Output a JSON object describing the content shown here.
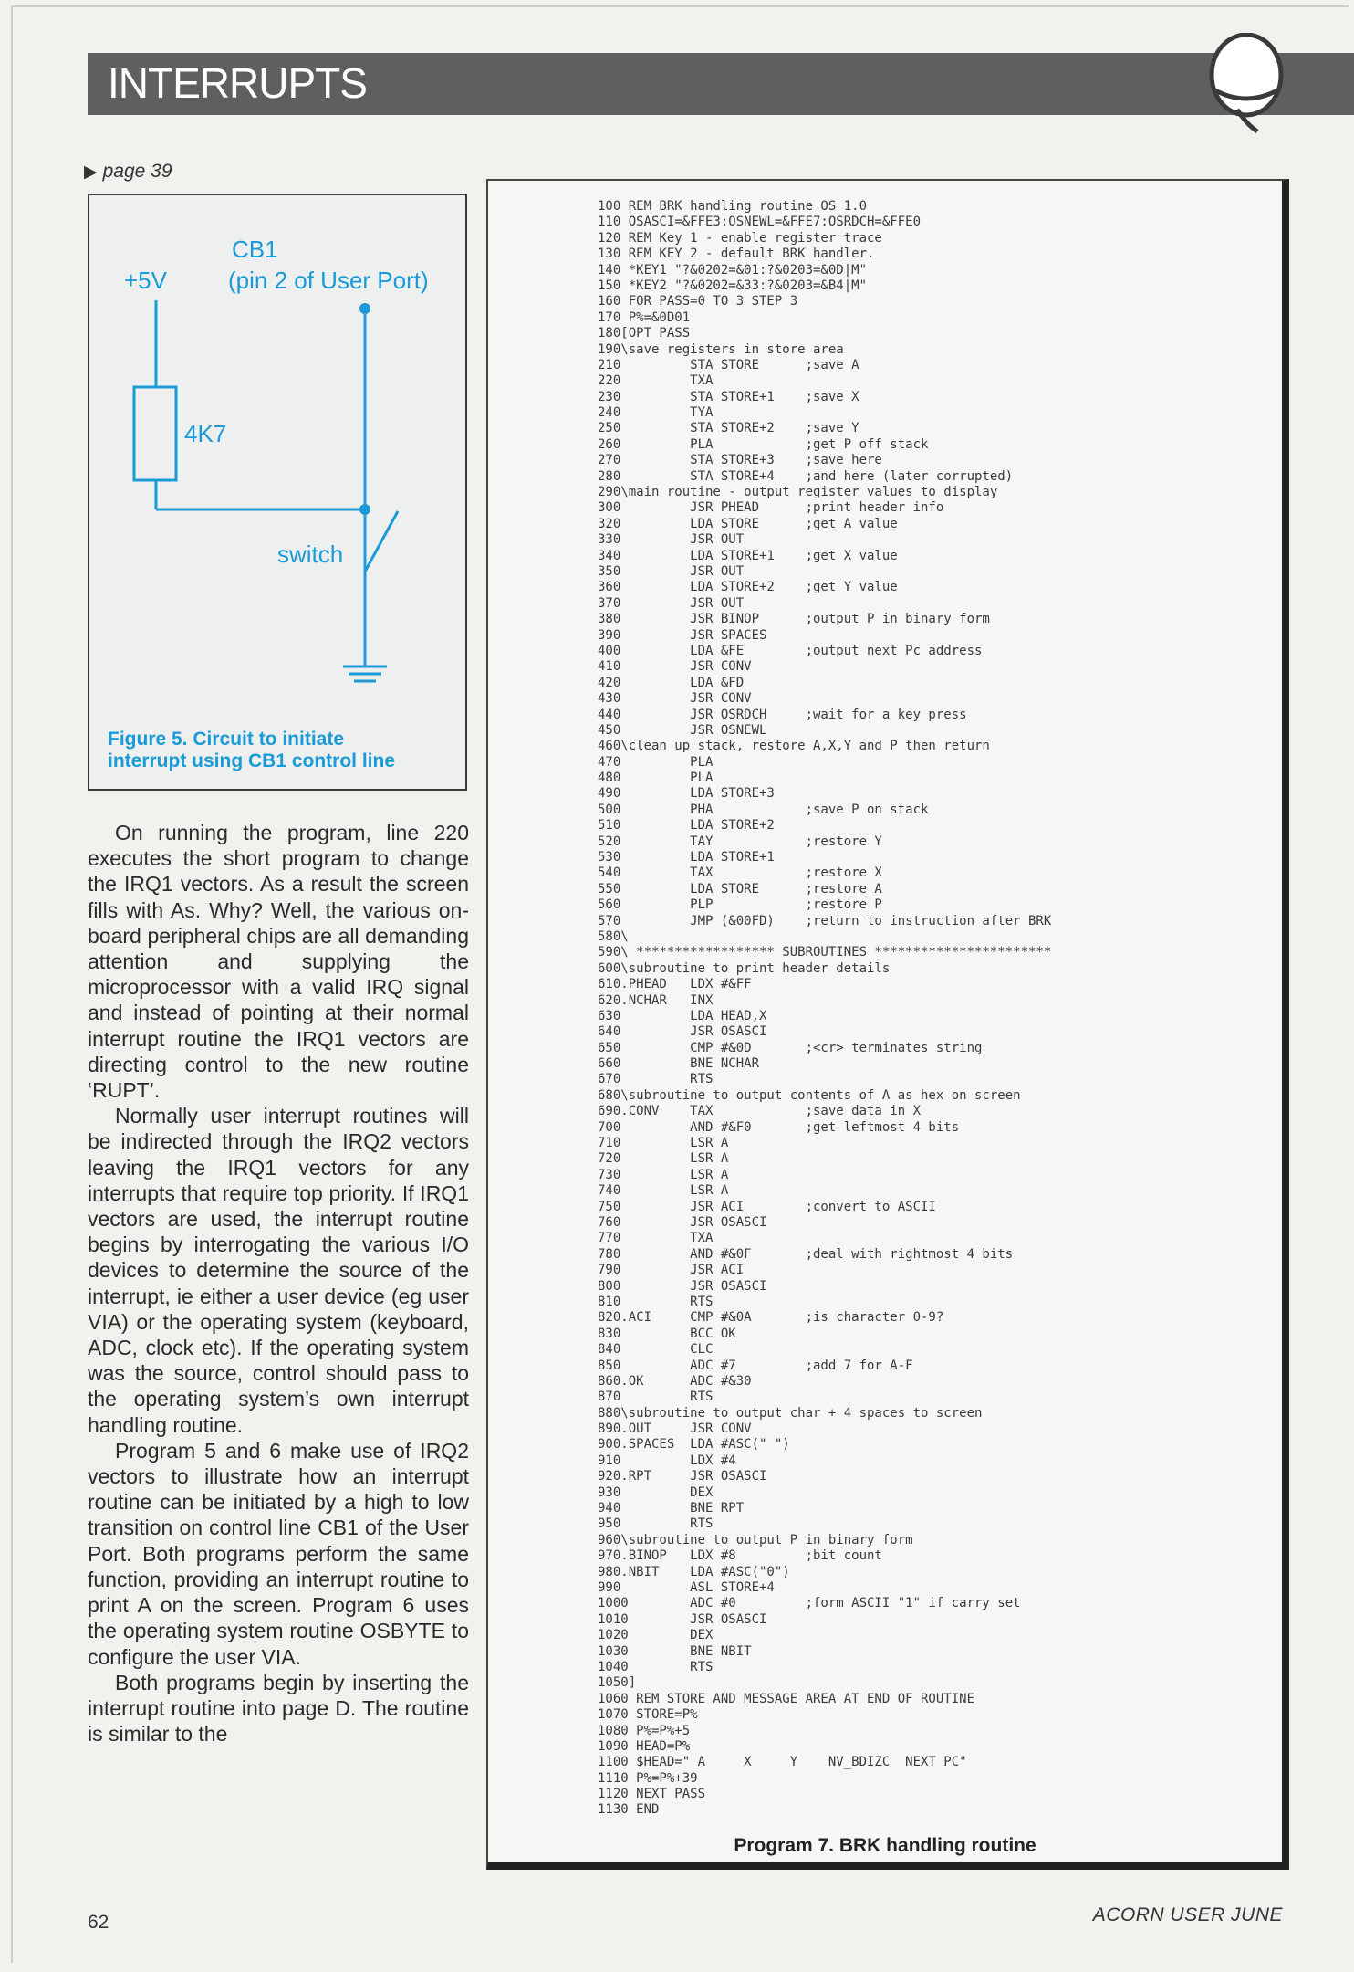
{
  "header": {
    "title": "INTERRUPTS"
  },
  "continued": {
    "label": "page 39"
  },
  "figure": {
    "labels": {
      "supply": "+5V",
      "cb1": "CB1",
      "pin": "(pin 2 of User Port)",
      "resistor": "4K7",
      "switch": "switch"
    },
    "caption_line1": "Figure 5. Circuit to initiate",
    "caption_line2": "interrupt using CB1 control line",
    "color": "#1a9ad6"
  },
  "body": {
    "paragraphs": [
      "On running the program, line 220 executes the short program to change the IRQ1 vectors. As a result the screen fills with As. Why? Well, the various on-board peripheral chips are all demanding attention and supplying the microprocessor with a valid IRQ signal and instead of pointing at their normal interrupt routine the IRQ1 vectors are directing control to the new routine ‘RUPT’.",
      "Normally user interrupt routines will be indirected through the IRQ2 vectors leaving the IRQ1 vectors for any interrupts that require top priority. If IRQ1 vectors are used, the interrupt routine begins by interrogating the various I/O devices to determine the source of the interrupt, ie either a user device (eg user VIA) or the operating system (keyboard, ADC, clock etc). If the operating system was the source, control should pass to the operating system’s own interrupt handling routine.",
      "Program 5 and 6 make use of IRQ2 vectors to illustrate how an interrupt routine can be initiated by a high to low transition on control line CB1 of the User Port. Both programs perform the same function, providing an interrupt routine to print A on the screen. Program 6 uses the operating system routine OSBYTE to configure the user VIA.",
      "Both programs begin by inserting the interrupt routine into page D. The routine is similar to the"
    ]
  },
  "program": {
    "caption": "Program 7. BRK handling routine",
    "lines": [
      "100 REM BRK handling routine OS 1.0",
      "110 OSASCI=&FFE3:OSNEWL=&FFE7:OSRDCH=&FFE0",
      "120 REM Key 1 - enable register trace",
      "130 REM KEY 2 - default BRK handler.",
      "140 *KEY1 \"?&0202=&01:?&0203=&0D|M\"",
      "150 *KEY2 \"?&0202=&33:?&0203=&B4|M\"",
      "160 FOR PASS=0 TO 3 STEP 3",
      "170 P%=&0D01",
      "180[OPT PASS",
      "190\\save registers in store area",
      "210         STA STORE      ;save A",
      "220         TXA",
      "230         STA STORE+1    ;save X",
      "240         TYA",
      "250         STA STORE+2    ;save Y",
      "260         PLA            ;get P off stack",
      "270         STA STORE+3    ;save here",
      "280         STA STORE+4    ;and here (later corrupted)",
      "290\\main routine - output register values to display",
      "300         JSR PHEAD      ;print header info",
      "320         LDA STORE      ;get A value",
      "330         JSR OUT",
      "340         LDA STORE+1    ;get X value",
      "350         JSR OUT",
      "360         LDA STORE+2    ;get Y value",
      "370         JSR OUT",
      "380         JSR BINOP      ;output P in binary form",
      "390         JSR SPACES",
      "400         LDA &FE        ;output next Pc address",
      "410         JSR CONV",
      "420         LDA &FD",
      "430         JSR CONV",
      "440         JSR OSRDCH     ;wait for a key press",
      "450         JSR OSNEWL",
      "460\\clean up stack, restore A,X,Y and P then return",
      "470         PLA",
      "480         PLA",
      "490         LDA STORE+3",
      "500         PHA            ;save P on stack",
      "510         LDA STORE+2",
      "520         TAY            ;restore Y",
      "530         LDA STORE+1",
      "540         TAX            ;restore X",
      "550         LDA STORE      ;restore A",
      "560         PLP            ;restore P",
      "570         JMP (&00FD)    ;return to instruction after BRK",
      "580\\",
      "590\\ ****************** SUBROUTINES ***********************",
      "600\\subroutine to print header details",
      "610.PHEAD   LDX #&FF",
      "620.NCHAR   INX",
      "630         LDA HEAD,X",
      "640         JSR OSASCI",
      "650         CMP #&0D       ;<cr> terminates string",
      "660         BNE NCHAR",
      "670         RTS",
      "680\\subroutine to output contents of A as hex on screen",
      "690.CONV    TAX            ;save data in X",
      "700         AND #&F0       ;get leftmost 4 bits",
      "710         LSR A",
      "720         LSR A",
      "730         LSR A",
      "740         LSR A",
      "750         JSR ACI        ;convert to ASCII",
      "760         JSR OSASCI",
      "770         TXA",
      "780         AND #&0F       ;deal with rightmost 4 bits",
      "790         JSR ACI",
      "800         JSR OSASCI",
      "810         RTS",
      "820.ACI     CMP #&0A       ;is character 0-9?",
      "830         BCC OK",
      "840         CLC",
      "850         ADC #7         ;add 7 for A-F",
      "860.OK      ADC #&30",
      "870         RTS",
      "880\\subroutine to output char + 4 spaces to screen",
      "890.OUT     JSR CONV",
      "900.SPACES  LDA #ASC(\" \")",
      "910         LDX #4",
      "920.RPT     JSR OSASCI",
      "930         DEX",
      "940         BNE RPT",
      "950         RTS",
      "960\\subroutine to output P in binary form",
      "970.BINOP   LDX #8         ;bit count",
      "980.NBIT    LDA #ASC(\"0\")",
      "990         ASL STORE+4",
      "1000        ADC #0         ;form ASCII \"1\" if carry set",
      "1010        JSR OSASCI",
      "1020        DEX",
      "1030        BNE NBIT",
      "1040        RTS",
      "1050]",
      "1060 REM STORE AND MESSAGE AREA AT END OF ROUTINE",
      "1070 STORE=P%",
      "1080 P%=P%+5",
      "1090 HEAD=P%",
      "1100 $HEAD=\" A     X     Y    NV_BDIZC  NEXT PC\"",
      "1110 P%=P%+39",
      "1120 NEXT PASS",
      "1130 END"
    ]
  },
  "footer": {
    "page_number": "62",
    "magazine": "ACORN USER JUNE"
  }
}
